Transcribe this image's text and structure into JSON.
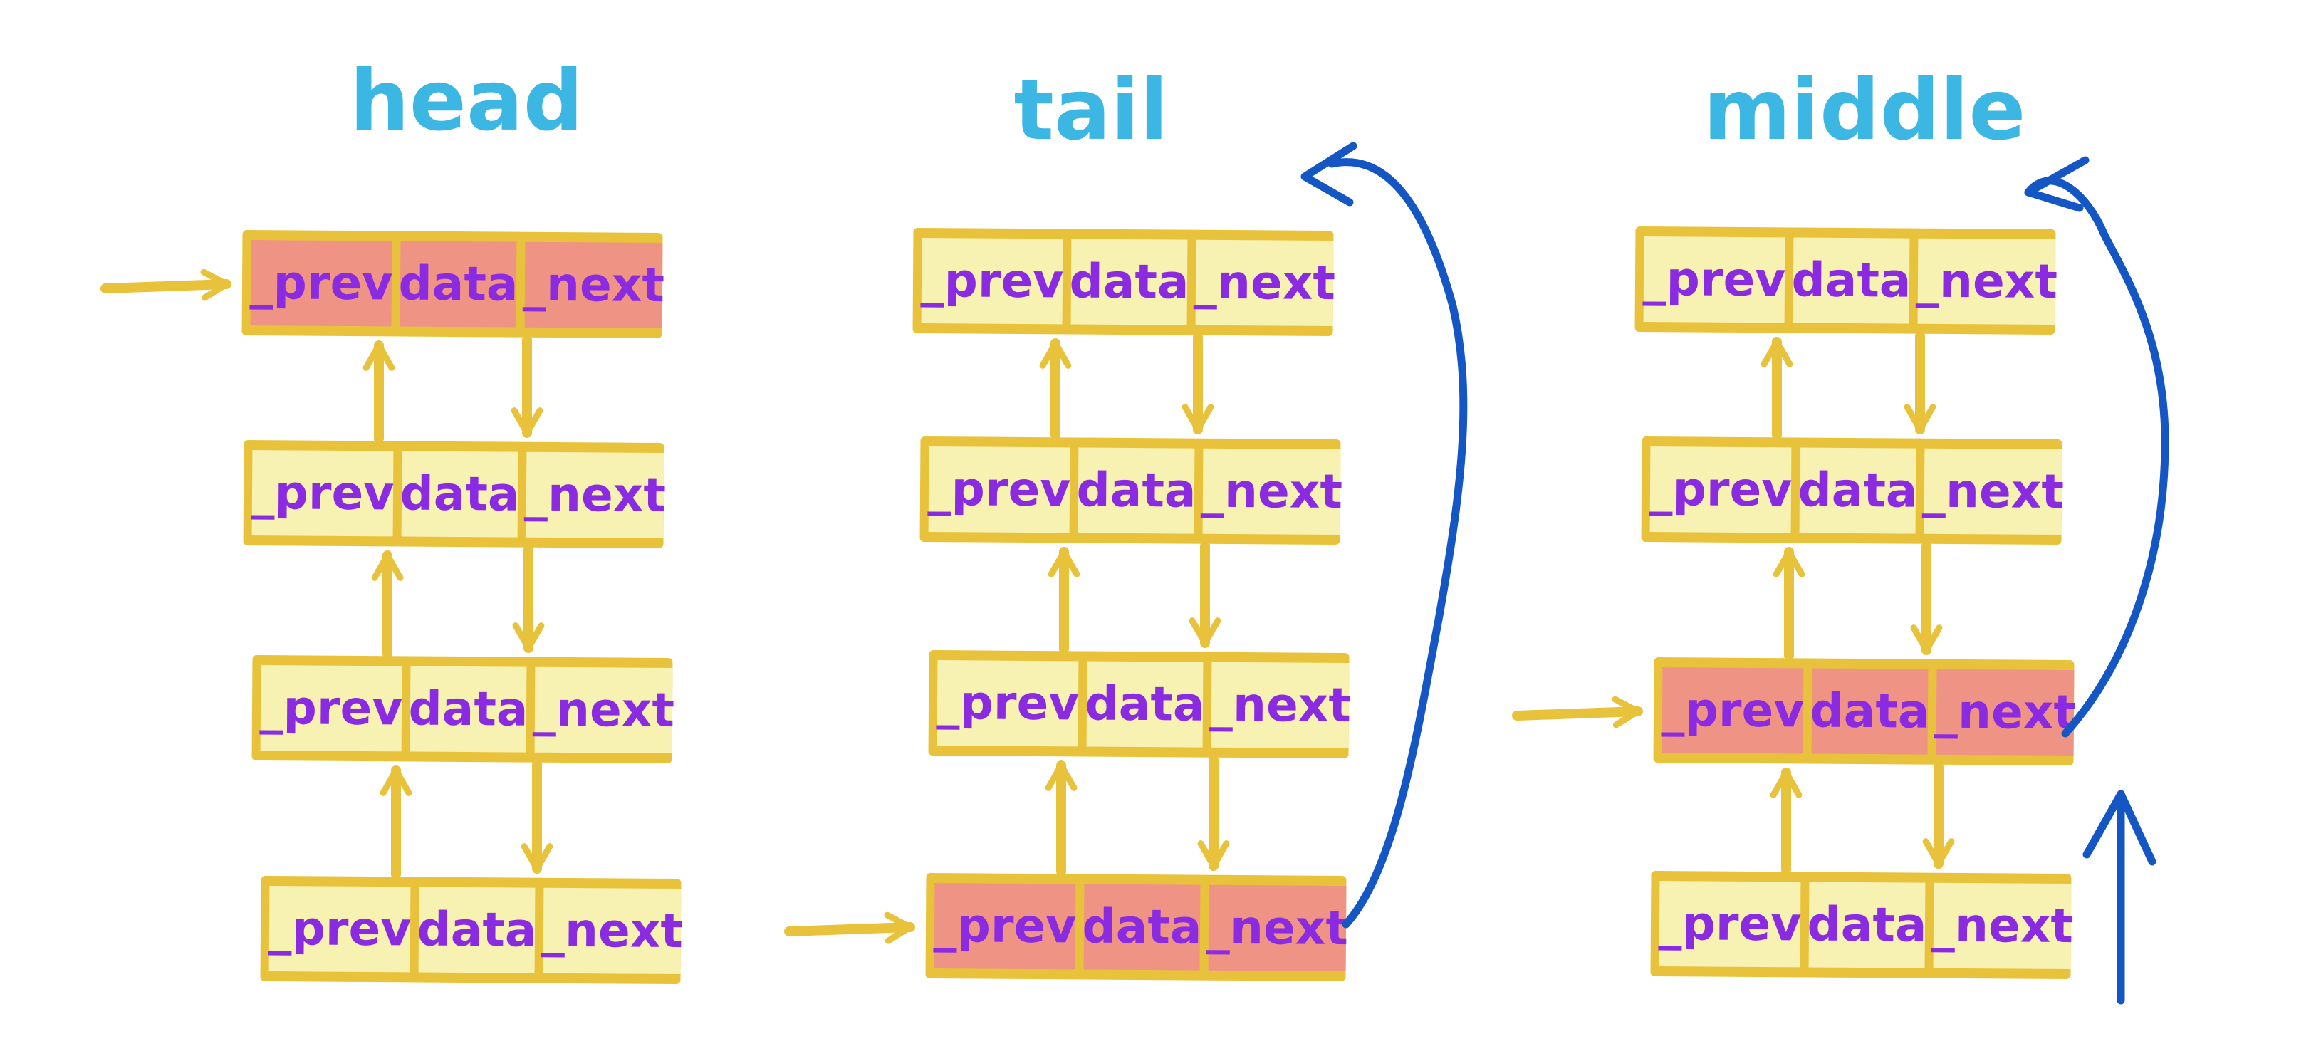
{
  "colors": {
    "title": "#3cb7e3",
    "label": "#8a2be2",
    "node_border": "#e9c23c",
    "node_fill": "#f7f1b2",
    "node_highlight_fill": "#ef9385",
    "link_arrow": "#e9c23c",
    "blue_arrow": "#1457c4"
  },
  "cell_labels": [
    "_prev",
    "data",
    "_next"
  ],
  "columns": [
    {
      "title": "head",
      "nodes": 4,
      "highlighted_node": 0
    },
    {
      "title": "tail",
      "nodes": 4,
      "highlighted_node": 3
    },
    {
      "title": "middle",
      "nodes": 4,
      "highlighted_node": 2
    }
  ]
}
